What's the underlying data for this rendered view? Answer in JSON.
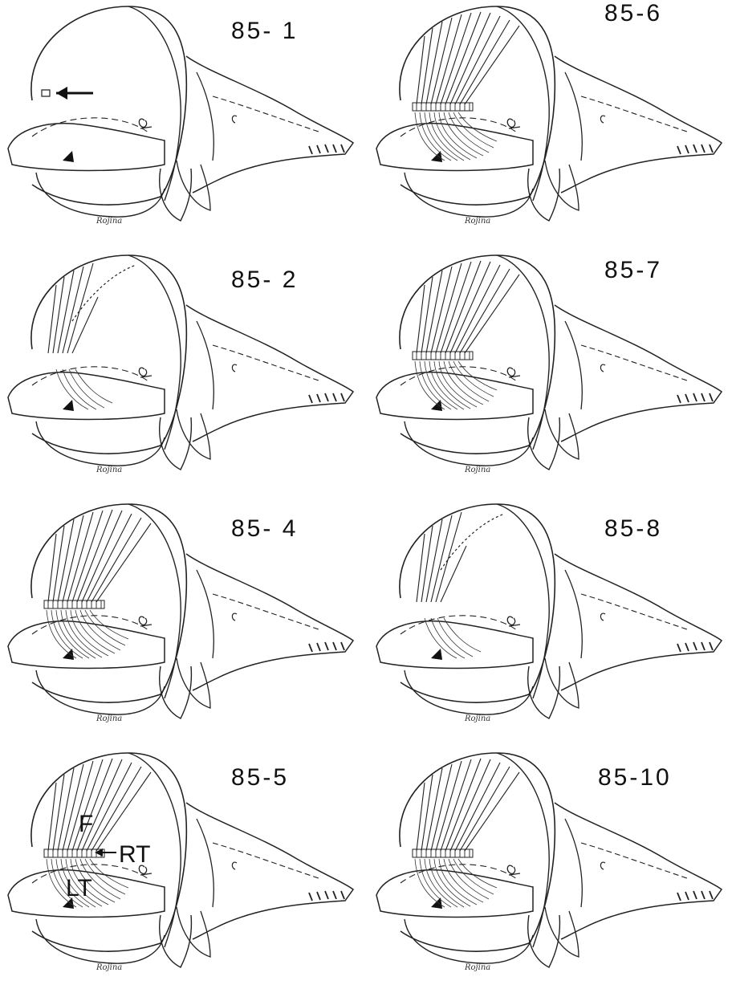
{
  "panels": [
    {
      "id": "p1",
      "label": "85- 1",
      "variant": "empty"
    },
    {
      "id": "p6",
      "label": "85-6",
      "variant": "full"
    },
    {
      "id": "p2",
      "label": "85- 2",
      "variant": "partial"
    },
    {
      "id": "p7",
      "label": "85-7",
      "variant": "full"
    },
    {
      "id": "p4",
      "label": "85- 4",
      "variant": "full"
    },
    {
      "id": "p8",
      "label": "85-8",
      "variant": "partial"
    },
    {
      "id": "p5",
      "label": "85-5",
      "variant": "full"
    },
    {
      "id": "p10",
      "label": "85-10",
      "variant": "full"
    }
  ],
  "annotations": {
    "f": "F",
    "rt": "RT",
    "lt": "LT"
  },
  "signature": "Rojina"
}
